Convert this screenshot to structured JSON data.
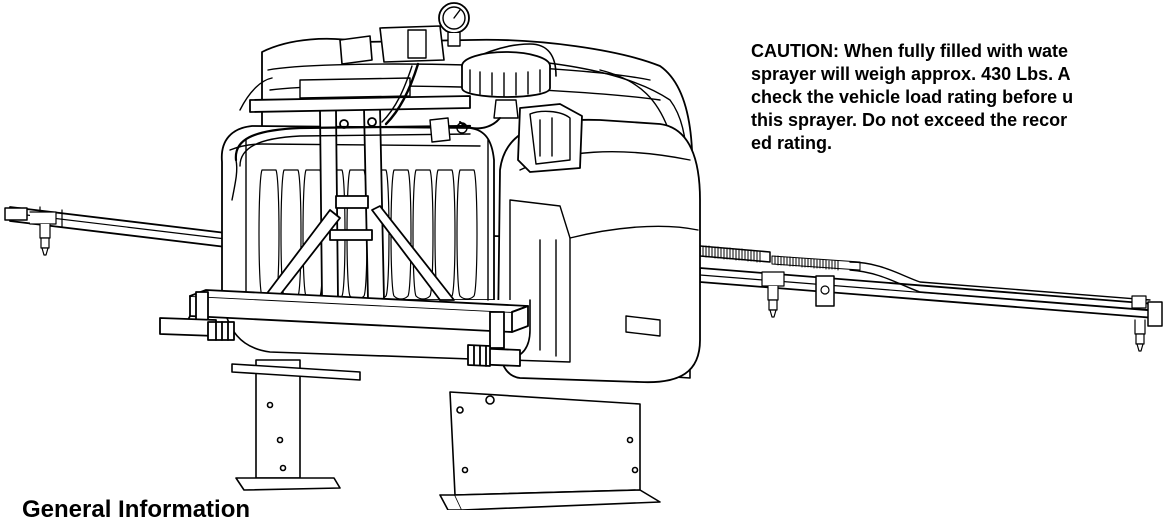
{
  "caution": {
    "lines": [
      "CAUTION: When fully filled with wate",
      "sprayer will weigh approx. 430 Lbs. A",
      "check the vehicle load rating before u",
      "this sprayer. Do not exceed the recor",
      "ed rating."
    ]
  },
  "section": {
    "heading": "General Information"
  },
  "illustration": {
    "subject": "boom sprayer with tank, frame and spray booms",
    "colors": {
      "line": "#000000",
      "background": "#ffffff"
    }
  }
}
